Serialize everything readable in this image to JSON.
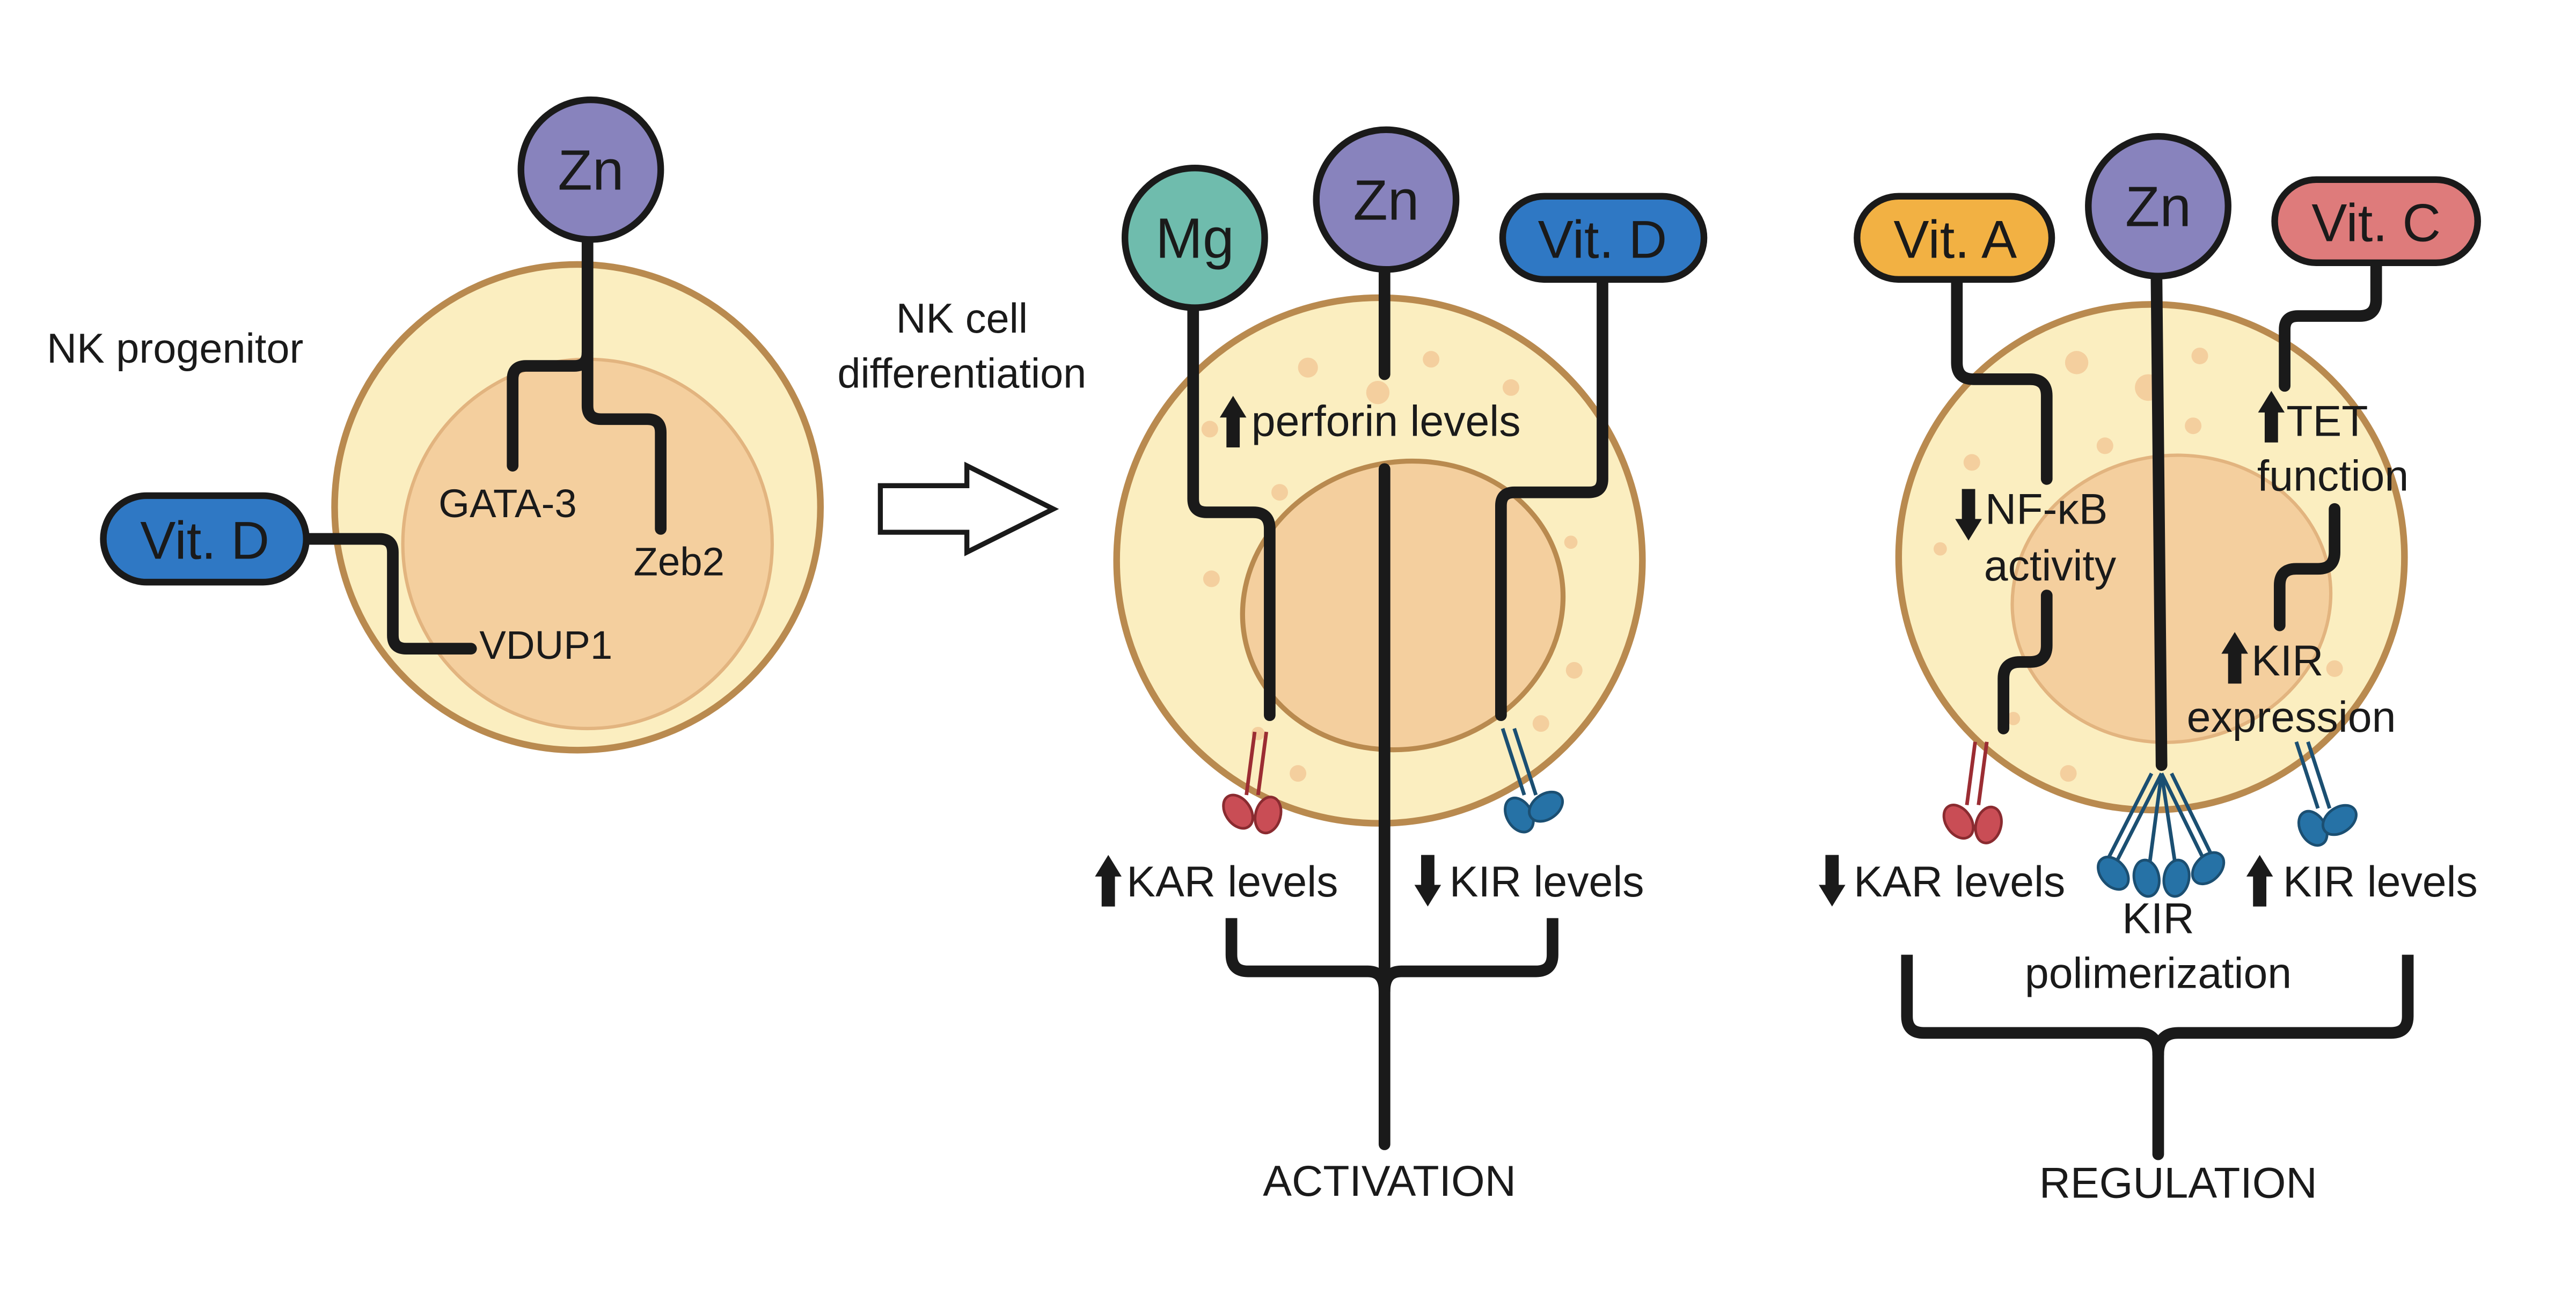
{
  "panels": {
    "progenitor": {
      "caption": "NK progenitor",
      "nutrients": {
        "zn": "Zn",
        "vitd": "Vit. D"
      },
      "targets": {
        "gata3": "GATA-3",
        "zeb2": "Zeb2",
        "vdup1": "VDUP1"
      }
    },
    "transition": {
      "caption_line1": "NK cell",
      "caption_line2": "differentiation"
    },
    "activation": {
      "nutrients": {
        "mg": "Mg",
        "zn": "Zn",
        "vitd": "Vit. D"
      },
      "perforin": "perforin levels",
      "kar": "KAR levels",
      "kir": "KIR levels",
      "outcome": "ACTIVATION"
    },
    "regulation": {
      "nutrients": {
        "vita": "Vit. A",
        "zn": "Zn",
        "vitc": "Vit. C"
      },
      "tet_line1": "TET",
      "tet_line2": "function",
      "nfkb_line1": "NF-κB",
      "nfkb_line2": "activity",
      "kir_expr_line1": "KIR",
      "kir_expr_line2": "expression",
      "kar": "KAR levels",
      "kir_poly_line1": "KIR",
      "kir_poly_line2": "polimerization",
      "kir": "KIR levels",
      "outcome": "REGULATION"
    }
  },
  "colors": {
    "cytoplasm": "#fbeec0",
    "membrane": "#b98a4f",
    "nucleus": "#f4cf9e",
    "zinc": "#8883bd",
    "vitamin_d": "#2f78c4",
    "magnesium": "#6fbcad",
    "vitamin_a": "#f2b143",
    "vitamin_c": "#de7b7b",
    "kar_receptor": "#c94d55",
    "kir_receptor": "#2672a6"
  }
}
